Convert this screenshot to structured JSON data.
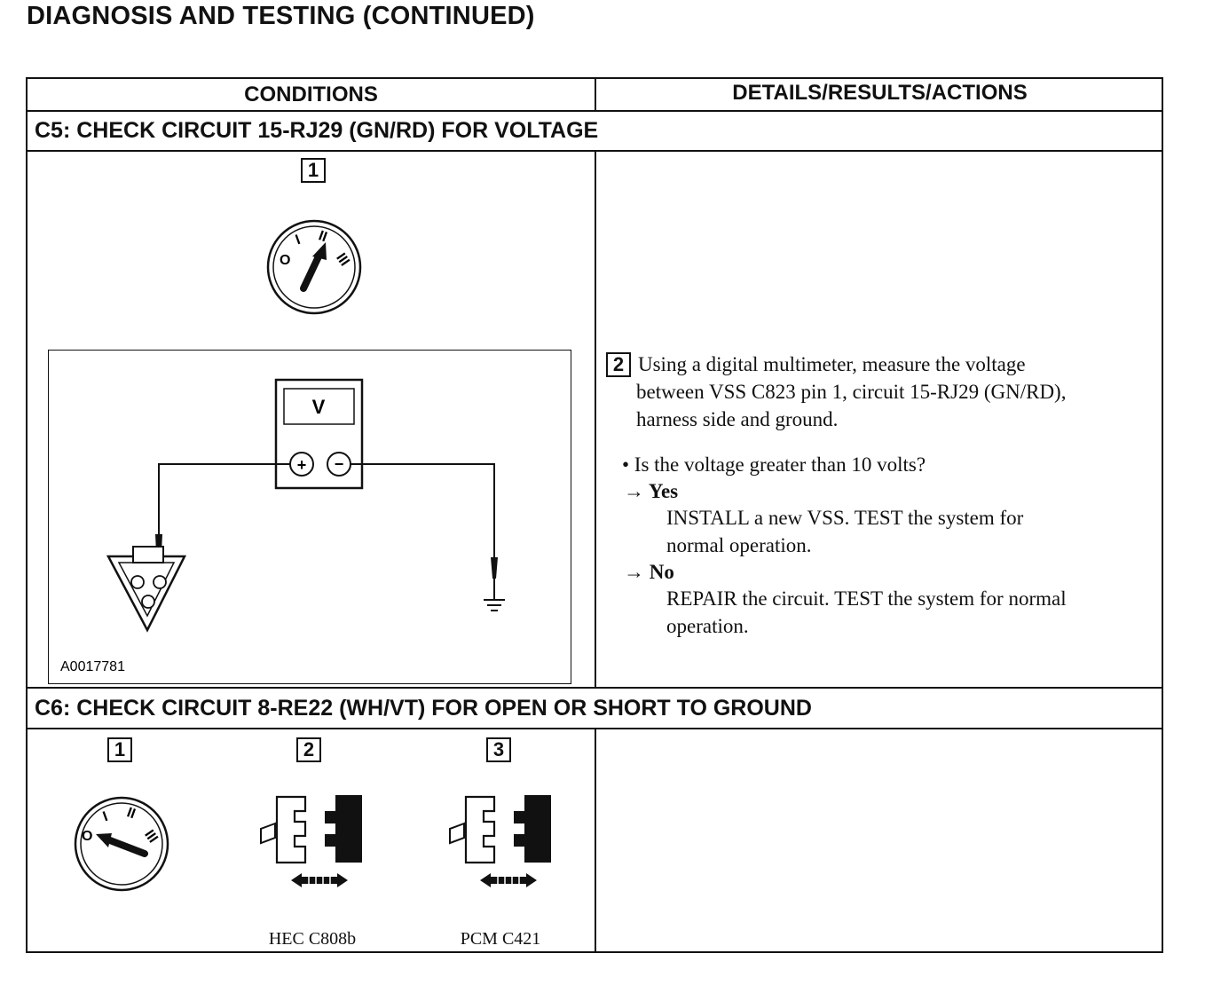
{
  "page": {
    "title": "DIAGNOSIS AND TESTING (CONTINUED)"
  },
  "table": {
    "headers": {
      "conditions": "CONDITIONS",
      "details": "DETAILS/RESULTS/ACTIONS"
    },
    "c5": {
      "title": "C5: CHECK CIRCUIT 15-RJ29 (GN/RD) FOR VOLTAGE",
      "step1_number": "1",
      "ignition_labels": {
        "off": "O",
        "acc": "I",
        "run": "II",
        "start": "III"
      },
      "meter_label": "V",
      "meter_plus": "+",
      "meter_minus": "−",
      "figure_id": "A0017781",
      "step2_number": "2",
      "step2_lines": [
        "Using a digital multimeter, measure the voltage",
        "between VSS C823 pin 1, circuit 15-RJ29 (GN/RD),",
        "harness side and ground."
      ],
      "question": "• Is the voltage greater than 10 volts?",
      "yes_label": "→ Yes",
      "yes_lines": [
        "INSTALL a new VSS. TEST the system for",
        "normal operation."
      ],
      "no_label": "→ No",
      "no_lines": [
        "REPAIR the circuit. TEST the system for normal",
        "operation."
      ]
    },
    "c6": {
      "title": "C6: CHECK CIRCUIT 8-RE22 (WH/VT) FOR OPEN OR SHORT TO GROUND",
      "steps": [
        {
          "number": "1",
          "caption": ""
        },
        {
          "number": "2",
          "caption": "HEC C808b"
        },
        {
          "number": "3",
          "caption": "PCM C421"
        }
      ]
    }
  }
}
